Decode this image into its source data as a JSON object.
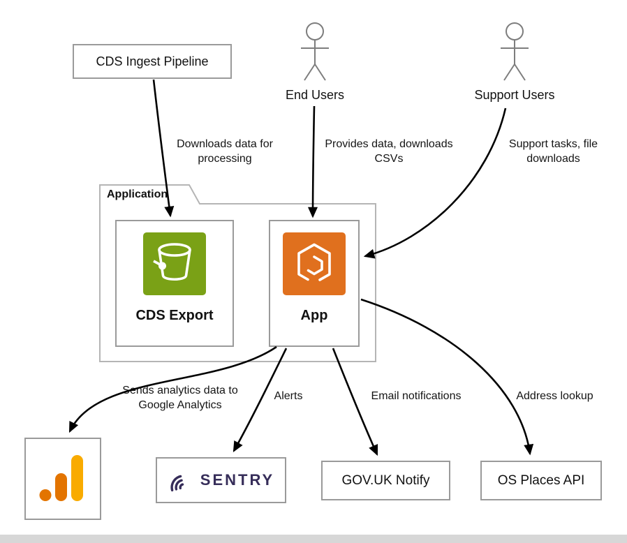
{
  "colors": {
    "s3_green": "#7AA116",
    "app_orange": "#E0701E",
    "sentry_purple": "#362D59",
    "ga_amber": "#F9AB00",
    "ga_orange": "#E37400",
    "node_border": "#9A9A9A",
    "group_border": "#B5B5B5",
    "actor_gray": "#7D7D7D",
    "arrow": "#000000"
  },
  "nodes": {
    "cds_ingest_pipeline": {
      "label": "CDS Ingest Pipeline"
    },
    "end_users": {
      "label": "End Users"
    },
    "support_users": {
      "label": "Support Users"
    },
    "application_group": {
      "label": "Application"
    },
    "cds_export": {
      "label": "CDS Export",
      "icon": "aws-s3-bucket"
    },
    "app": {
      "label": "App",
      "icon": "aws-ecs"
    },
    "google_analytics": {
      "icon": "google-analytics-logo"
    },
    "sentry": {
      "label": "SENTRY",
      "icon": "sentry-logo"
    },
    "govuk_notify": {
      "label": "GOV.UK Notify"
    },
    "os_places_api": {
      "label": "OS Places API"
    }
  },
  "edges": {
    "ingest_to_export": {
      "from": "CDS Ingest Pipeline",
      "to": "CDS Export",
      "line1": "Downloads data for",
      "line2": "processing"
    },
    "end_users_to_app": {
      "from": "End Users",
      "to": "App",
      "line1": "Provides data, downloads",
      "line2": "CSVs"
    },
    "support_users_to_app": {
      "from": "Support Users",
      "to": "App",
      "line1": "Support tasks, file",
      "line2": "downloads"
    },
    "app_to_google_analytics": {
      "from": "App",
      "to": "Google Analytics",
      "line1": "Sends analytics data to",
      "line2": "Google Analytics"
    },
    "app_to_sentry": {
      "from": "App",
      "to": "Sentry",
      "label": "Alerts"
    },
    "app_to_govuk_notify": {
      "from": "App",
      "to": "GOV.UK Notify",
      "label": "Email notifications"
    },
    "app_to_os_places": {
      "from": "App",
      "to": "OS Places API",
      "label": "Address lookup"
    }
  }
}
